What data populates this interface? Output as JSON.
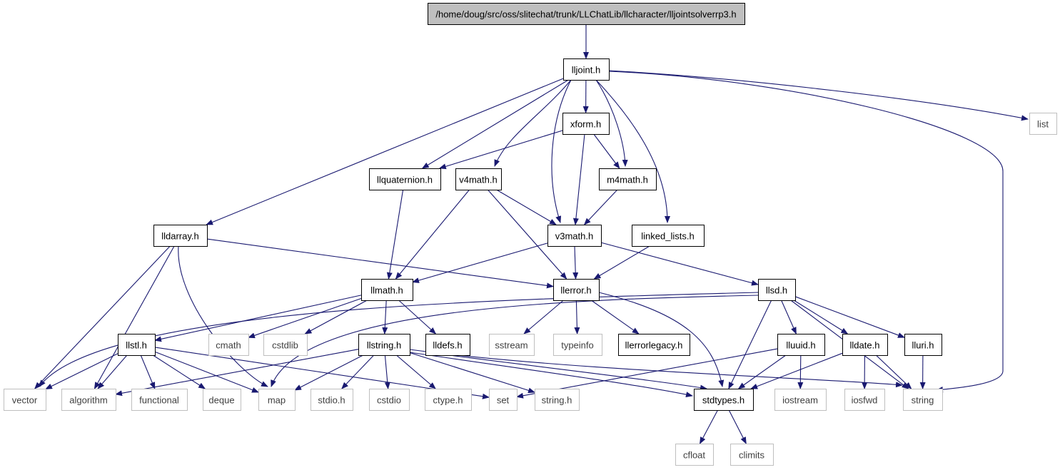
{
  "colors": {
    "edge": "#191970",
    "local_border": "#000000",
    "system_border": "#bfbfbf",
    "system_text": "#404040",
    "root_fill": "#bfbfbf",
    "text": "#000000"
  },
  "nodes": [
    {
      "id": "root",
      "label": "/home/doug/src/oss/slitechat/trunk/LLChatLib/llcharacter/lljointsolverrp3.h",
      "kind": "root"
    },
    {
      "id": "lljoint",
      "label": "lljoint.h",
      "kind": "local"
    },
    {
      "id": "xform",
      "label": "xform.h",
      "kind": "local"
    },
    {
      "id": "list",
      "label": "list",
      "kind": "system"
    },
    {
      "id": "llquaternion",
      "label": "llquaternion.h",
      "kind": "local"
    },
    {
      "id": "v4math",
      "label": "v4math.h",
      "kind": "local"
    },
    {
      "id": "m4math",
      "label": "m4math.h",
      "kind": "local"
    },
    {
      "id": "lldarray",
      "label": "lldarray.h",
      "kind": "local"
    },
    {
      "id": "v3math",
      "label": "v3math.h",
      "kind": "local"
    },
    {
      "id": "linked_lists",
      "label": "linked_lists.h",
      "kind": "local"
    },
    {
      "id": "llmath",
      "label": "llmath.h",
      "kind": "local"
    },
    {
      "id": "llerror",
      "label": "llerror.h",
      "kind": "local"
    },
    {
      "id": "llsd",
      "label": "llsd.h",
      "kind": "local"
    },
    {
      "id": "llstl",
      "label": "llstl.h",
      "kind": "local"
    },
    {
      "id": "cmath",
      "label": "cmath",
      "kind": "system"
    },
    {
      "id": "cstdlib",
      "label": "cstdlib",
      "kind": "system"
    },
    {
      "id": "llstring",
      "label": "llstring.h",
      "kind": "local"
    },
    {
      "id": "lldefs",
      "label": "lldefs.h",
      "kind": "local"
    },
    {
      "id": "sstream",
      "label": "sstream",
      "kind": "system"
    },
    {
      "id": "typeinfo",
      "label": "typeinfo",
      "kind": "system"
    },
    {
      "id": "llerrorlegacy",
      "label": "llerrorlegacy.h",
      "kind": "local"
    },
    {
      "id": "lluuid",
      "label": "lluuid.h",
      "kind": "local"
    },
    {
      "id": "lldate",
      "label": "lldate.h",
      "kind": "local"
    },
    {
      "id": "lluri",
      "label": "lluri.h",
      "kind": "local"
    },
    {
      "id": "vector",
      "label": "vector",
      "kind": "system"
    },
    {
      "id": "algorithm",
      "label": "algorithm",
      "kind": "system"
    },
    {
      "id": "functional",
      "label": "functional",
      "kind": "system"
    },
    {
      "id": "deque",
      "label": "deque",
      "kind": "system"
    },
    {
      "id": "map",
      "label": "map",
      "kind": "system"
    },
    {
      "id": "stdio",
      "label": "stdio.h",
      "kind": "system"
    },
    {
      "id": "cstdio",
      "label": "cstdio",
      "kind": "system"
    },
    {
      "id": "ctype",
      "label": "ctype.h",
      "kind": "system"
    },
    {
      "id": "set",
      "label": "set",
      "kind": "system"
    },
    {
      "id": "string_h",
      "label": "string.h",
      "kind": "system"
    },
    {
      "id": "stdtypes",
      "label": "stdtypes.h",
      "kind": "local"
    },
    {
      "id": "iostream",
      "label": "iostream",
      "kind": "system"
    },
    {
      "id": "iosfwd",
      "label": "iosfwd",
      "kind": "system"
    },
    {
      "id": "string",
      "label": "string",
      "kind": "system"
    },
    {
      "id": "cfloat",
      "label": "cfloat",
      "kind": "system"
    },
    {
      "id": "climits",
      "label": "climits",
      "kind": "system"
    }
  ],
  "edges": [
    [
      "root",
      "lljoint"
    ],
    [
      "lljoint",
      "xform"
    ],
    [
      "lljoint",
      "list"
    ],
    [
      "lljoint",
      "llquaternion"
    ],
    [
      "lljoint",
      "v4math"
    ],
    [
      "lljoint",
      "m4math"
    ],
    [
      "lljoint",
      "lldarray"
    ],
    [
      "lljoint",
      "v3math"
    ],
    [
      "lljoint",
      "linked_lists"
    ],
    [
      "lljoint",
      "string"
    ],
    [
      "xform",
      "llquaternion"
    ],
    [
      "xform",
      "m4math"
    ],
    [
      "xform",
      "v3math"
    ],
    [
      "llquaternion",
      "llmath"
    ],
    [
      "v4math",
      "v3math"
    ],
    [
      "v4math",
      "llmath"
    ],
    [
      "v4math",
      "llerror"
    ],
    [
      "m4math",
      "v3math"
    ],
    [
      "lldarray",
      "llerror"
    ],
    [
      "lldarray",
      "vector"
    ],
    [
      "lldarray",
      "algorithm"
    ],
    [
      "lldarray",
      "map"
    ],
    [
      "v3math",
      "llmath"
    ],
    [
      "v3math",
      "llerror"
    ],
    [
      "v3math",
      "llsd"
    ],
    [
      "linked_lists",
      "llerror"
    ],
    [
      "llmath",
      "llstl"
    ],
    [
      "llmath",
      "cmath"
    ],
    [
      "llmath",
      "cstdlib"
    ],
    [
      "llmath",
      "llstring"
    ],
    [
      "llmath",
      "lldefs"
    ],
    [
      "llerror",
      "sstream"
    ],
    [
      "llerror",
      "typeinfo"
    ],
    [
      "llerror",
      "llerrorlegacy"
    ],
    [
      "llerror",
      "stdtypes"
    ],
    [
      "llsd",
      "map"
    ],
    [
      "llsd",
      "vector"
    ],
    [
      "llsd",
      "lluuid"
    ],
    [
      "llsd",
      "lldate"
    ],
    [
      "llsd",
      "lluri"
    ],
    [
      "llsd",
      "string"
    ],
    [
      "llsd",
      "stdtypes"
    ],
    [
      "llstl",
      "vector"
    ],
    [
      "llstl",
      "algorithm"
    ],
    [
      "llstl",
      "functional"
    ],
    [
      "llstl",
      "deque"
    ],
    [
      "llstl",
      "map"
    ],
    [
      "llstl",
      "set"
    ],
    [
      "llstring",
      "algorithm"
    ],
    [
      "llstring",
      "map"
    ],
    [
      "llstring",
      "stdio"
    ],
    [
      "llstring",
      "cstdio"
    ],
    [
      "llstring",
      "ctype"
    ],
    [
      "llstring",
      "string_h"
    ],
    [
      "llstring",
      "stdtypes"
    ],
    [
      "llstring",
      "string"
    ],
    [
      "lldefs",
      "stdtypes"
    ],
    [
      "lluuid",
      "set"
    ],
    [
      "lluuid",
      "stdtypes"
    ],
    [
      "lluuid",
      "iostream"
    ],
    [
      "lldate",
      "stdtypes"
    ],
    [
      "lldate",
      "iosfwd"
    ],
    [
      "lldate",
      "string"
    ],
    [
      "lluri",
      "string"
    ],
    [
      "stdtypes",
      "cfloat"
    ],
    [
      "stdtypes",
      "climits"
    ]
  ]
}
